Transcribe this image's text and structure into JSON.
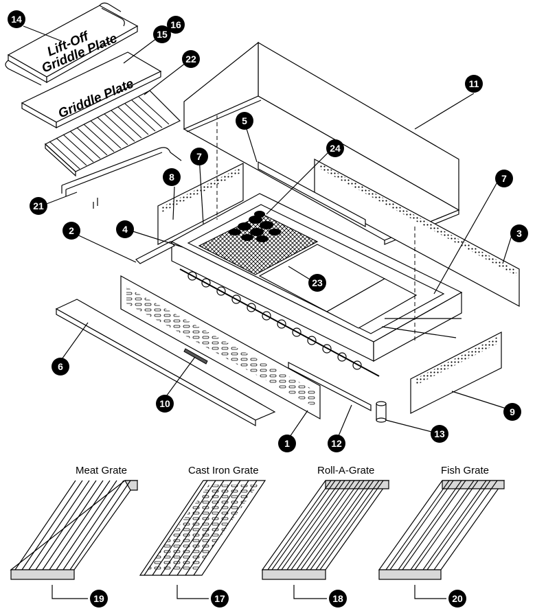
{
  "plates": {
    "liftoff_line1": "Lift-Off",
    "liftoff_line2": "Griddle Plate",
    "griddle": "Griddle Plate"
  },
  "grates": {
    "meat": "Meat Grate",
    "cast_iron": "Cast Iron Grate",
    "roll": "Roll-A-Grate",
    "fish": "Fish Grate"
  },
  "callouts": {
    "c1": "1",
    "c2": "2",
    "c3": "3",
    "c4": "4",
    "c5": "5",
    "c6": "6",
    "c7a": "7",
    "c7b": "7",
    "c8": "8",
    "c9": "9",
    "c10": "10",
    "c11": "11",
    "c12": "12",
    "c13": "13",
    "c14": "14",
    "c15": "15",
    "c16": "16",
    "c17": "17",
    "c18": "18",
    "c19": "19",
    "c20": "20",
    "c21": "21",
    "c22": "22",
    "c23": "23",
    "c24": "24"
  }
}
